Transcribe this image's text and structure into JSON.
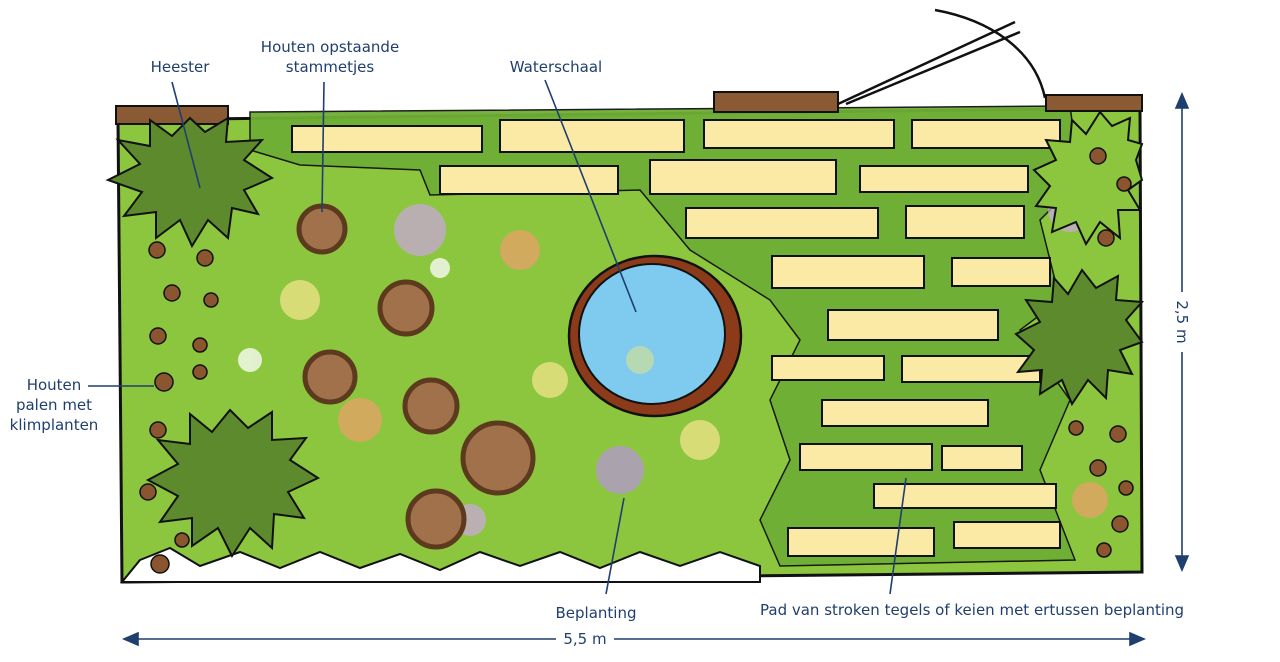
{
  "labels": {
    "heester": "Heester",
    "stammetjes_line1": "Houten opstaande",
    "stammetjes_line2": "stammetjes",
    "waterschaal": "Waterschaal",
    "palen_line1": "Houten",
    "palen_line2": "palen met",
    "palen_line3": "klimplanten",
    "beplanting": "Beplanting",
    "pad": "Pad van stroken tegels of keien met ertussen beplanting",
    "width": "5,5 m",
    "height": "2,5 m"
  },
  "colors": {
    "label_text": "#1f3f6e",
    "lawn": "#8cc63f",
    "lawn_dark": "#5f9a2a",
    "shrub": "#5e8a2e",
    "tile": "#fbe9a6",
    "stump": "#a0714a",
    "stump_edge": "#5b3a1e",
    "water": "#7ecbef",
    "water_rim": "#8b3a1a",
    "fence_wood": "#8a5a34",
    "dimension": "#1f3f6e"
  }
}
